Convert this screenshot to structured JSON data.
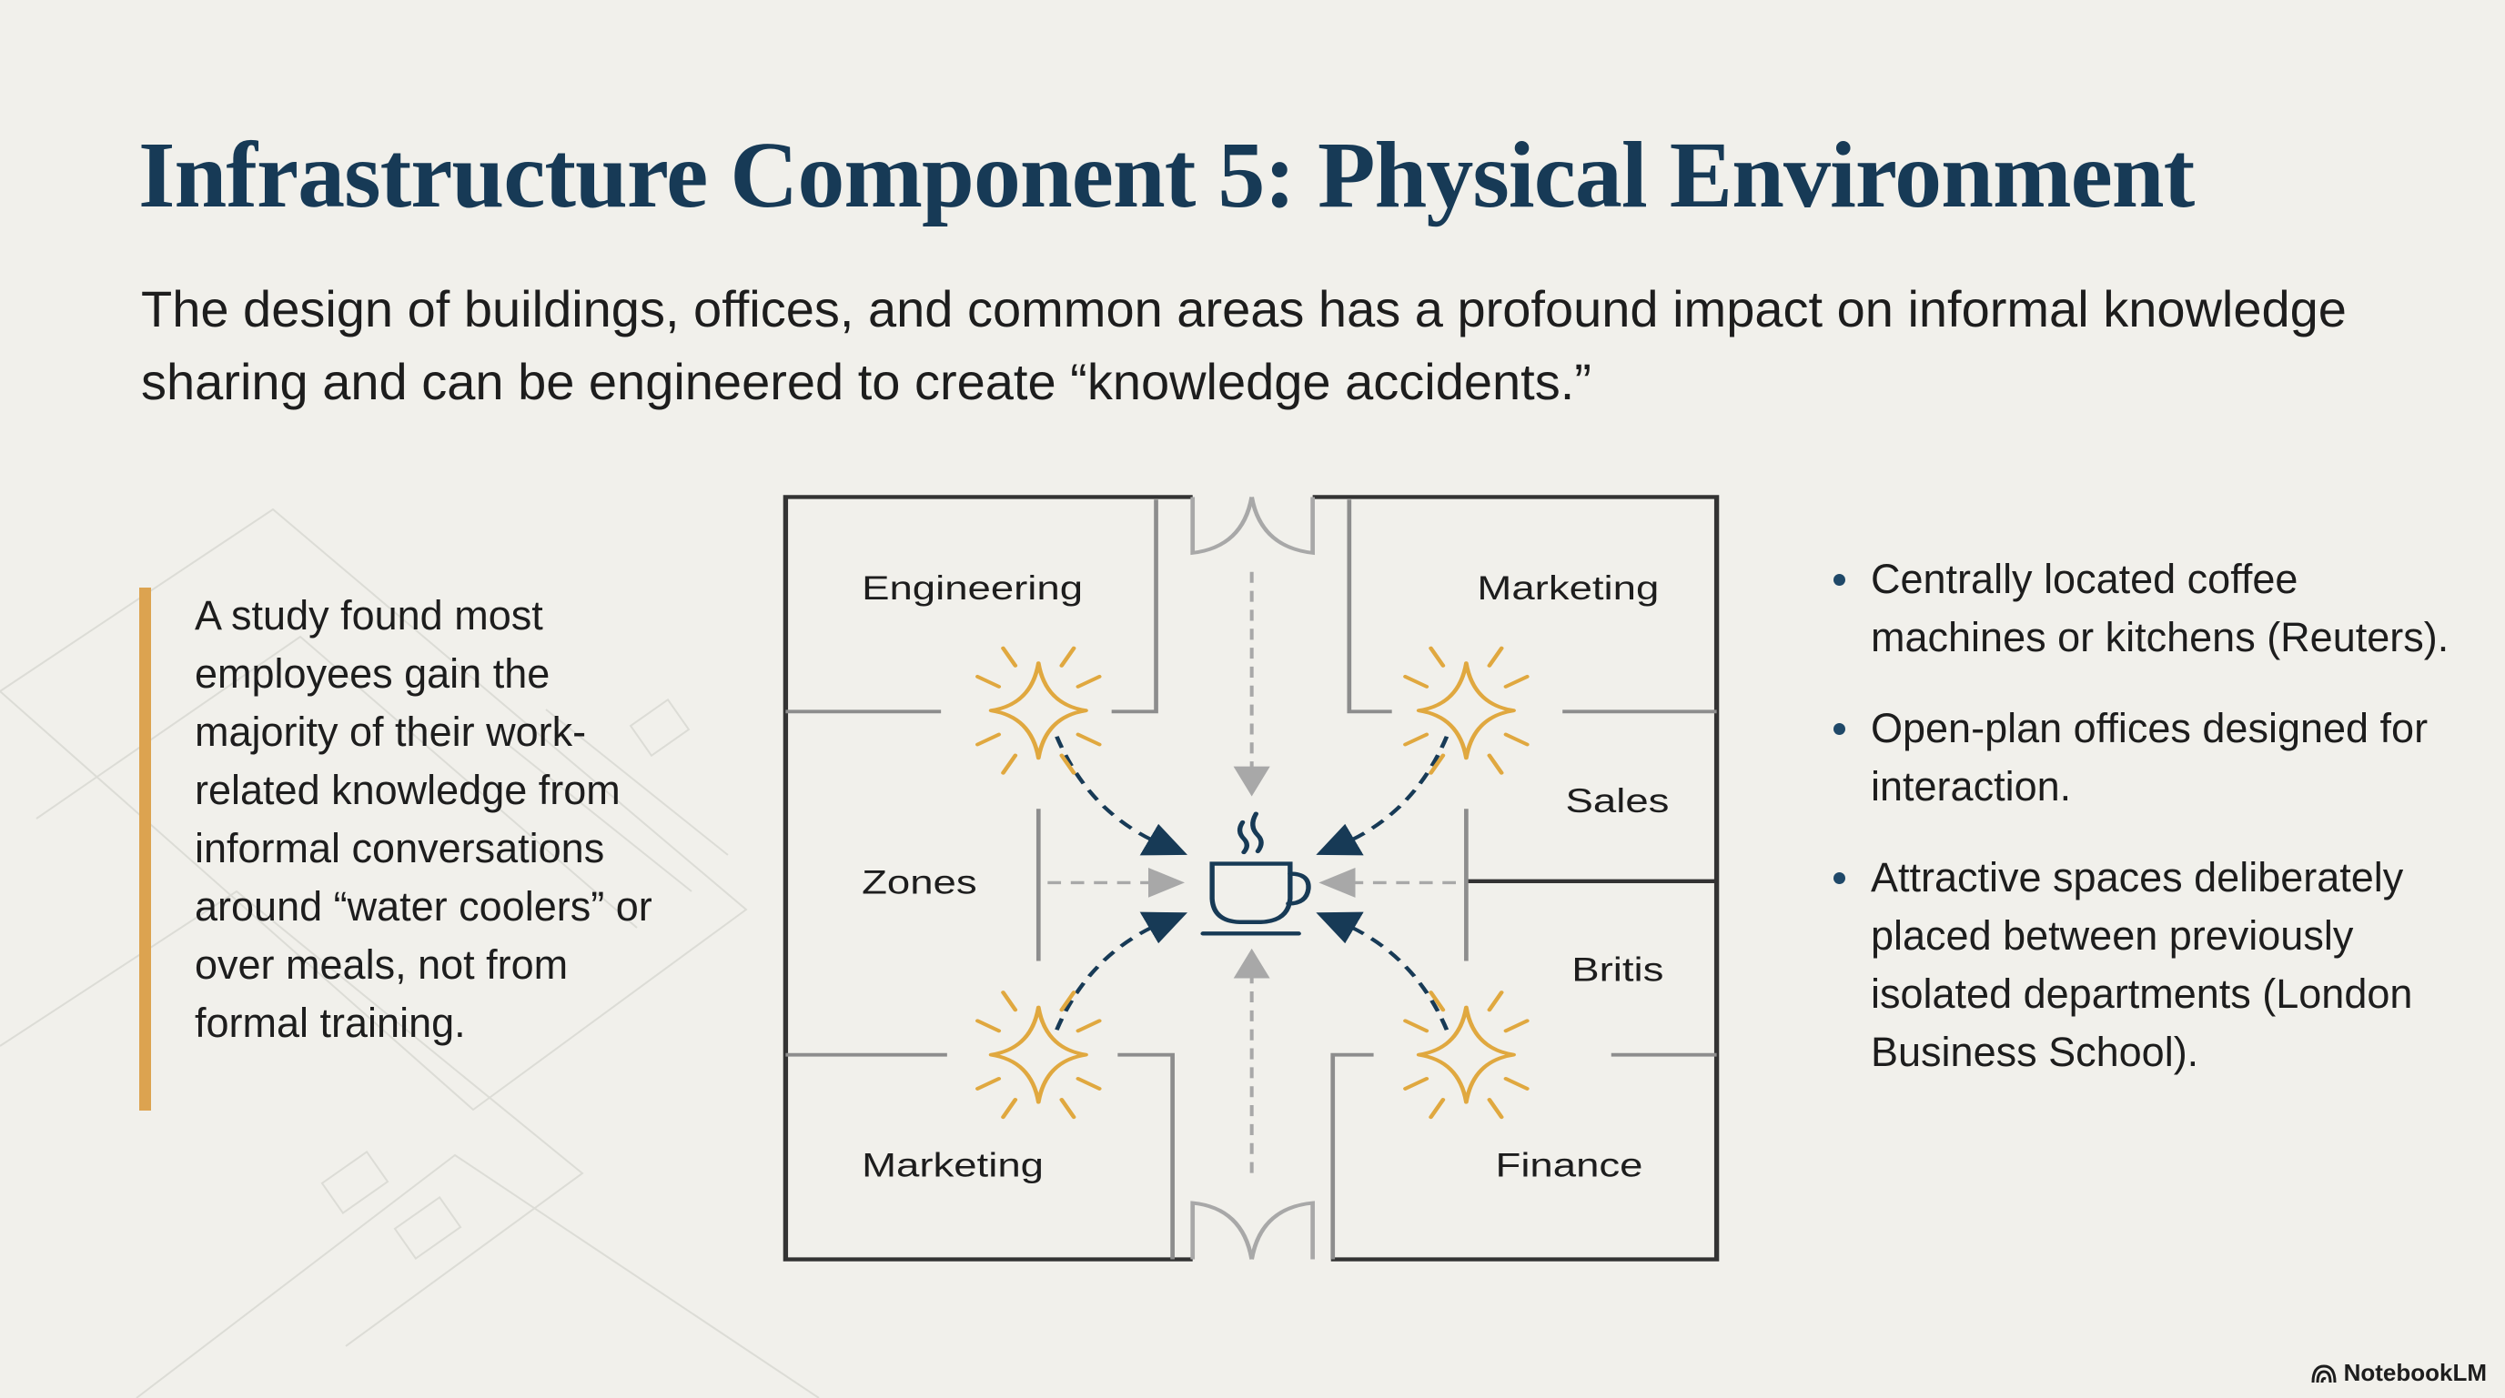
{
  "slide": {
    "title": "Infrastructure Component 5: Physical Environment",
    "subtitle": "The design of buildings, offices, and common areas has a profound impact on informal knowledge sharing and can be engineered to create “knowledge accidents.”",
    "study_text": "A study found most employees gain the majority of their work-related knowledge from informal conversations around “water coolers” or over meals, not from formal training.",
    "floor_plan": {
      "rooms": [
        "Engineering",
        "Marketing",
        "Sales",
        "Zones",
        "Britis",
        "Marketing",
        "Finance"
      ],
      "center_icon": "coffee-cup-icon"
    },
    "bullets": [
      "Centrally located coffee machines or kitchens (Reuters).",
      "Open-plan offices designed for interaction.",
      "Attractive spaces deliberately placed between previously isolated departments (London Business School)."
    ],
    "brand": "NotebookLM"
  },
  "colors": {
    "title": "#173a56",
    "accent_gold": "#dca350",
    "navy": "#173a56",
    "wall_gray": "#8d8d8d",
    "wall_dark": "#333333"
  }
}
